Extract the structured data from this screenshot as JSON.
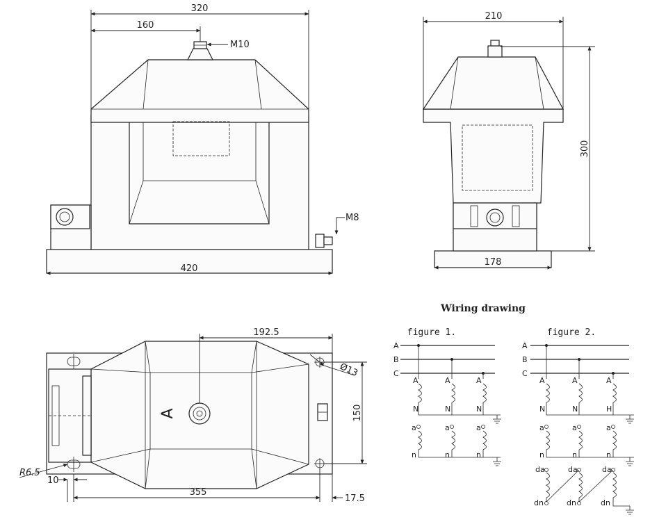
{
  "front_view": {
    "dim_width": "320",
    "dim_half": "160",
    "dim_base": "420",
    "bolt_top": "M10",
    "bolt_side": "M8"
  },
  "side_view": {
    "dim_width": "210",
    "dim_height": "300",
    "dim_base": "178"
  },
  "top_view": {
    "dim_offset": "192.5",
    "dim_hole": "Ø13",
    "dim_height": "150",
    "dim_radius": "R6.5",
    "dim_edge": "10",
    "dim_length": "355",
    "dim_right": "17.5",
    "terminal": "A"
  },
  "wiring": {
    "title": "Wiring drawing",
    "figure1": {
      "title": "figure 1.",
      "bus": [
        "A",
        "B",
        "C"
      ],
      "primary_top": [
        "A",
        "A",
        "A"
      ],
      "primary_bottom": [
        "N",
        "N",
        "N"
      ],
      "secondary_top": [
        "a",
        "a",
        "a"
      ],
      "secondary_bottom": [
        "n",
        "n",
        "n"
      ]
    },
    "figure2": {
      "title": "figure 2.",
      "bus": [
        "A",
        "B",
        "C"
      ],
      "primary_top": [
        "A",
        "A",
        "A"
      ],
      "primary_bottom": [
        "N",
        "N",
        "H"
      ],
      "secondary_top": [
        "a",
        "a",
        "a"
      ],
      "secondary_bottom": [
        "n",
        "n",
        "n"
      ],
      "tertiary_top": [
        "da",
        "da",
        "da"
      ],
      "tertiary_bottom": [
        "dn",
        "dn",
        "dn"
      ]
    }
  }
}
